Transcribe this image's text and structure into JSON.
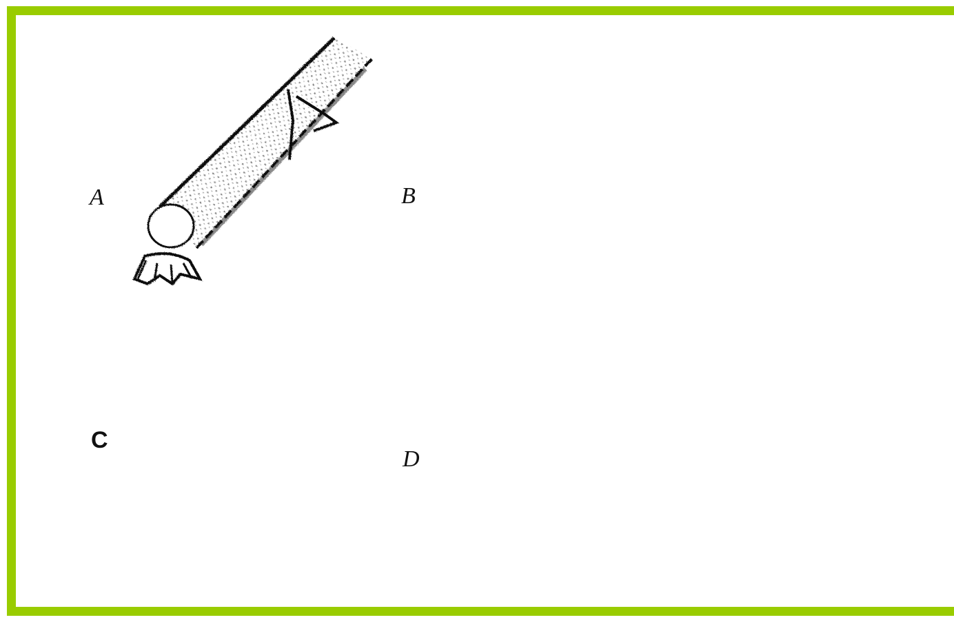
{
  "panels": [
    {
      "id": "A",
      "label": "A"
    },
    {
      "id": "B",
      "label": "B"
    },
    {
      "id": "C",
      "label": "C"
    },
    {
      "id": "D",
      "label": "D"
    }
  ],
  "colors": {
    "border": "#99cc00",
    "ink": "#111111",
    "background": "#ffffff"
  }
}
